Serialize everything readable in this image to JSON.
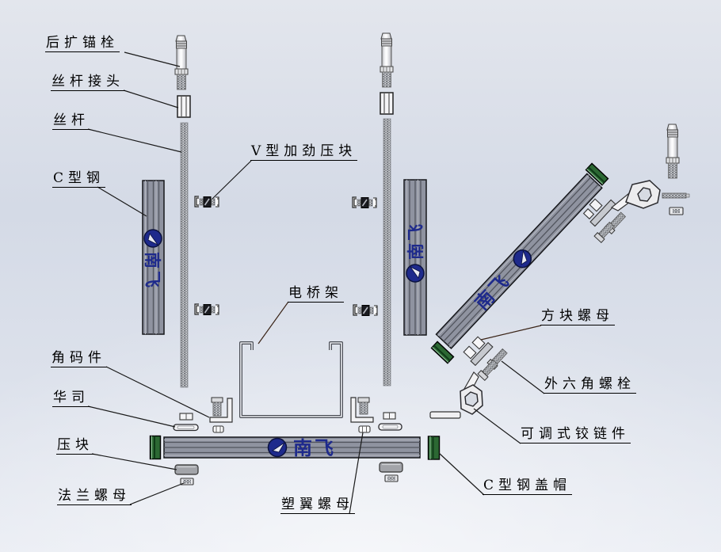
{
  "brand": {
    "name": "南飞"
  },
  "labels": {
    "anchor_bolt": "后扩锚栓",
    "rod_connector": "丝杆接头",
    "threaded_rod": "丝杆",
    "c_channel": "C型钢",
    "v_clamp": "V型加劲压块",
    "cable_tray": "电桥架",
    "corner_bracket": "角码件",
    "washer": "华司",
    "press_block": "压块",
    "flange_nut": "法兰螺母",
    "wing_nut": "塑翼螺母",
    "square_nut": "方块螺母",
    "hex_bolt": "外六角螺栓",
    "adjustable_hinge": "可调式铰链件",
    "c_channel_cap": "C型钢盖帽"
  },
  "colors": {
    "logo_blue": "#1e2a8c",
    "steel_gray": "#8f93a0",
    "cap_green": "#2c6833",
    "background_top": "#e3e6ed",
    "background_bottom": "#e9ecf3"
  }
}
